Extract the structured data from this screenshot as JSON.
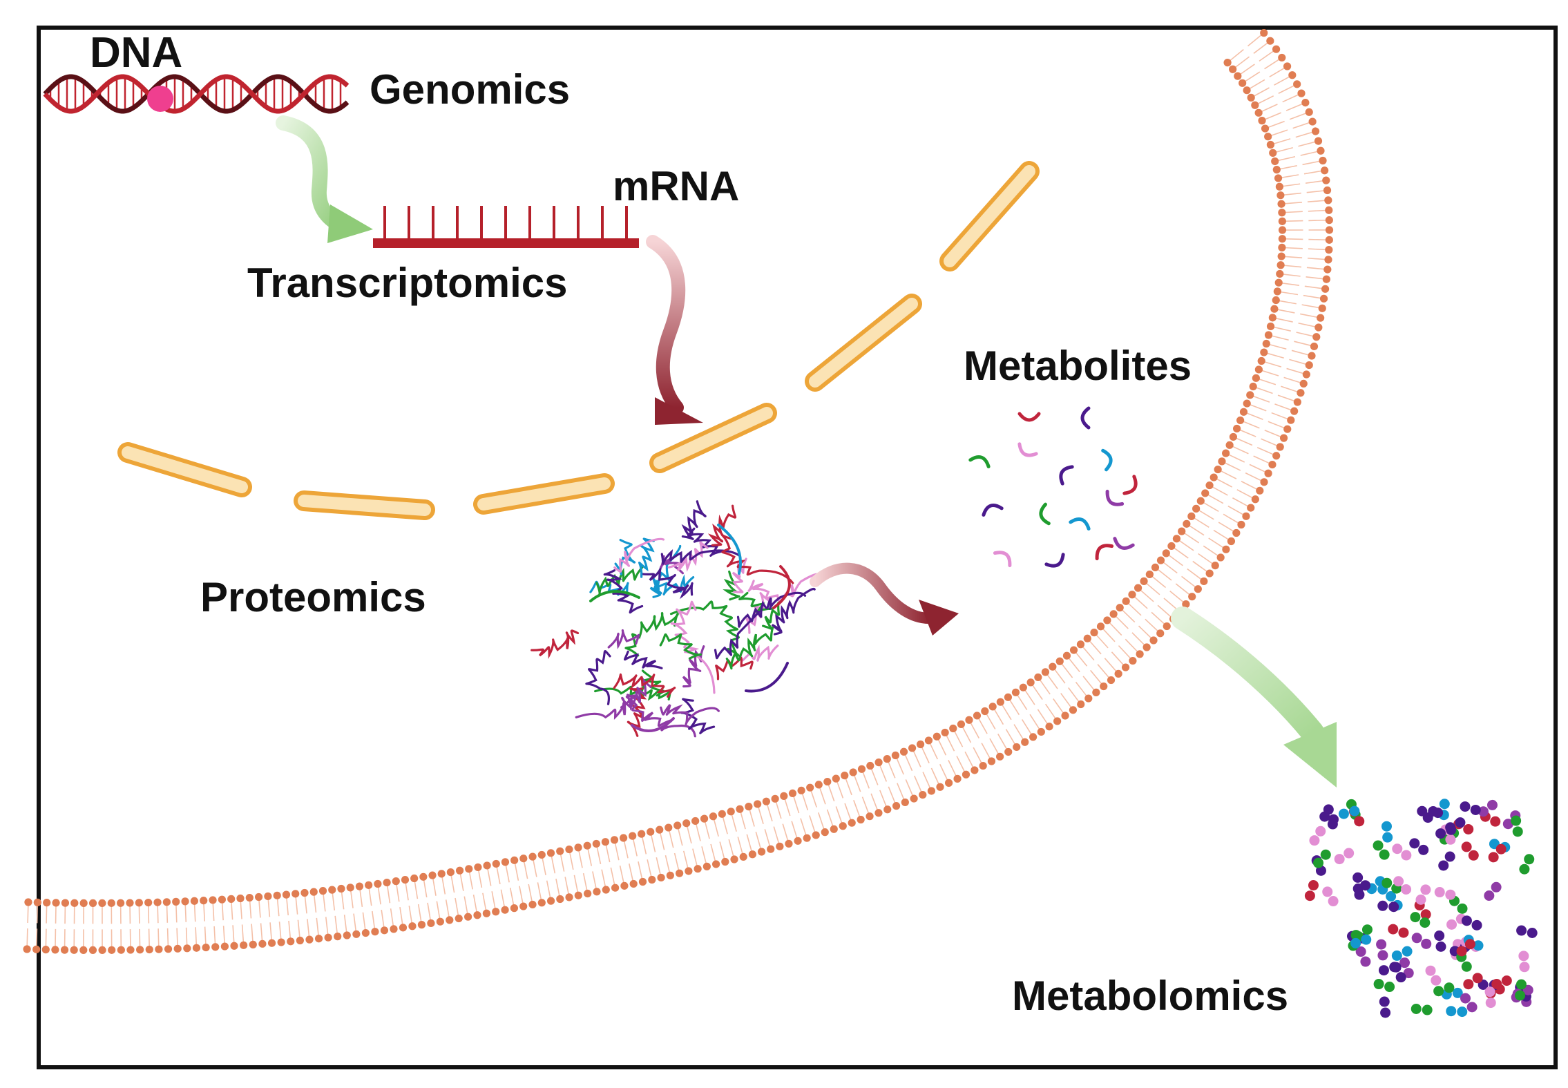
{
  "labels": {
    "dna": "DNA",
    "genomics": "Genomics",
    "mrna": "mRNA",
    "transcriptomics": "Transcriptomics",
    "metabolites": "Metabolites",
    "proteomics": "Proteomics",
    "metabolomics": "Metabolomics"
  },
  "colors": {
    "border": "#111111",
    "dna": "#c0242f",
    "dna_dark": "#5a1016",
    "snp_marker": "#ef3f8f",
    "mrna": "#b5202a",
    "nuclear_envelope_fill": "#fbe3b4",
    "nuclear_envelope_stroke": "#eda538",
    "membrane_head": "#e07d52",
    "membrane_tail": "#f4c0a8",
    "arrow_green": "#9fd28a",
    "arrow_red": "#8e2430",
    "molecule_palette": [
      "#1f9c2e",
      "#1497cf",
      "#c0243c",
      "#4a1a8c",
      "#8f3ba6",
      "#e28ed3"
    ]
  }
}
